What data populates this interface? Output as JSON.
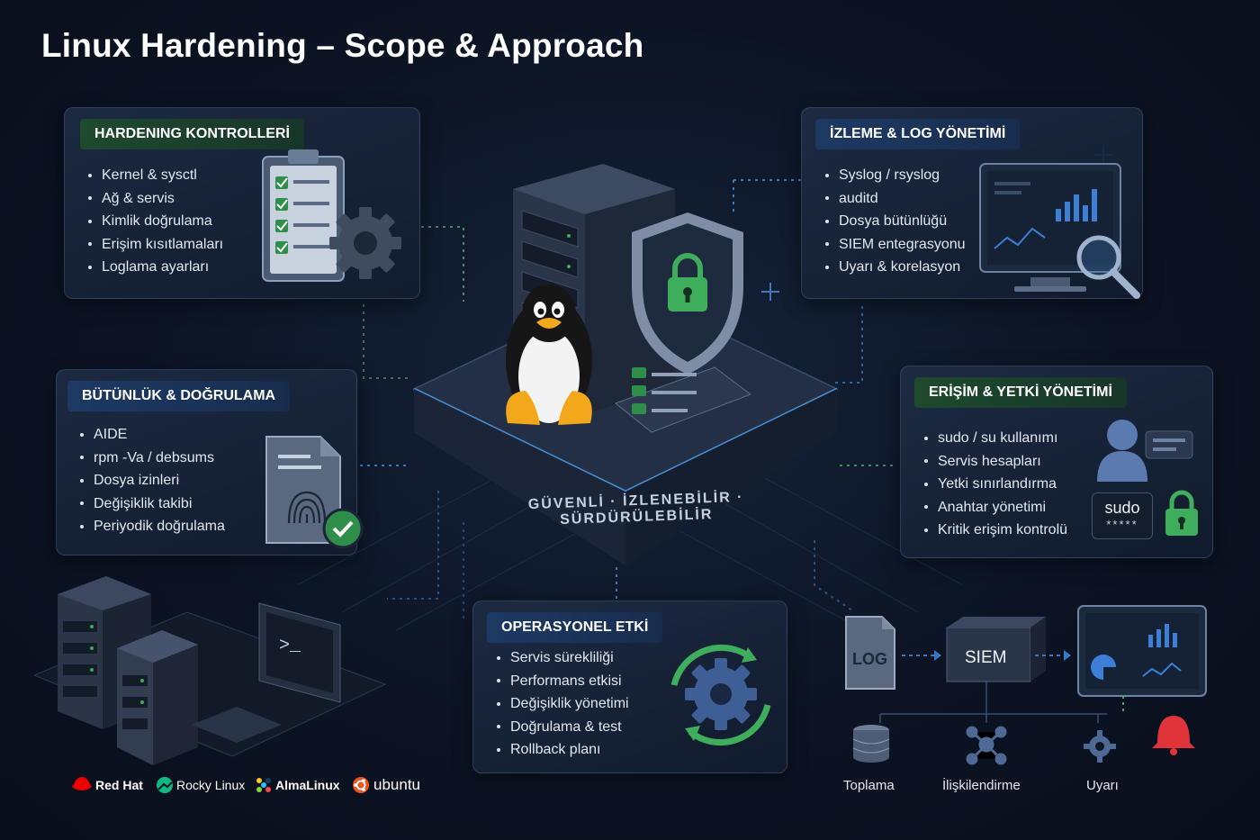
{
  "title": "Linux Hardening – Scope & Approach",
  "panels": {
    "hardening": {
      "heading": "HARDENING KONTROLLERİ",
      "items": [
        "Kernel & sysctl",
        "Ağ & servis",
        "Kimlik doğrulama",
        "Erişim kısıtlamaları",
        "Loglama ayarları"
      ]
    },
    "integrity": {
      "heading": "BÜTÜNLÜK & DOĞRULAMA",
      "items": [
        "AIDE",
        "rpm -Va / debsums",
        "Dosya izinleri",
        "Değişiklik takibi",
        "Periyodik doğrulama"
      ]
    },
    "monitoring": {
      "heading": "İZLEME & LOG YÖNETİMİ",
      "items": [
        "Syslog / rsyslog",
        "auditd",
        "Dosya bütünlüğü",
        "SIEM entegrasyonu",
        "Uyarı & korelasyon"
      ]
    },
    "access": {
      "heading": "ERİŞİM & YETKİ YÖNETİMİ",
      "items": [
        "sudo / su kullanımı",
        "Servis hesapları",
        "Yetki sınırlandırma",
        "Anahtar yönetimi",
        "Kritik erişim kontrolü"
      ],
      "sudo_label": "sudo",
      "sudo_mask": "*****"
    },
    "operational": {
      "heading": "OPERASYONEL ETKİ",
      "items": [
        "Servis sürekliliği",
        "Performans etkisi",
        "Değişiklik yönetimi",
        "Doğrulama & test",
        "Rollback planı"
      ]
    }
  },
  "platform_text": "GÜVENLİ · İZLENEBİLİR · SÜRDÜRÜLEBİLİR",
  "flow": {
    "log_label": "LOG",
    "siem_label": "SIEM",
    "steps": [
      "Toplama",
      "İlişkilendirme",
      "Uyarı"
    ]
  },
  "terminal_prompt": ">_",
  "distros": [
    "Red Hat",
    "Rocky Linux",
    "AlmaLinux",
    "ubuntu"
  ],
  "colors": {
    "accent_green": "#3fae5c",
    "accent_blue": "#3d7fd6",
    "alert_red": "#e0343a",
    "redhat_red": "#ee0000",
    "ubuntu_orange": "#e95420"
  }
}
